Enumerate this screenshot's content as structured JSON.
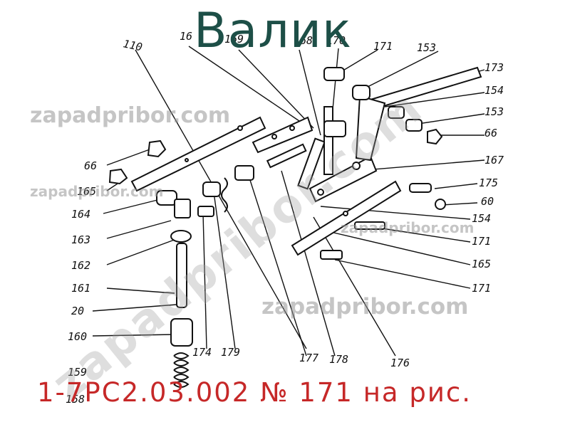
{
  "title": "Валик",
  "caption": "1-7РС2.03.002 № 171 на рис.",
  "watermarks": [
    "zapadpribor.com",
    "zapadpribor.com",
    "zapadpribor.com",
    "zapadpribor.com",
    "zapadpribor.com"
  ],
  "part_labels": {
    "p110": "110",
    "p16": "16",
    "p169": "169",
    "p168": "168",
    "p170": "170",
    "p171a": "171",
    "p153a": "153",
    "p173": "173",
    "p154a": "154",
    "p153b": "153",
    "p66a": "66",
    "p167": "167",
    "p175": "175",
    "p60": "60",
    "p154b": "154",
    "p171b": "171",
    "p165a": "165",
    "p171c": "171",
    "p66b": "66",
    "p165b": "165",
    "p164": "164",
    "p163": "163",
    "p162": "162",
    "p161": "161",
    "p20": "20",
    "p160": "160",
    "p159": "159",
    "p158": "158",
    "p174": "174",
    "p179": "179",
    "p177": "177",
    "p178": "178",
    "p176": "176"
  },
  "colors": {
    "title": "#1d4f47",
    "caption": "#c62828",
    "lines": "#111111"
  }
}
